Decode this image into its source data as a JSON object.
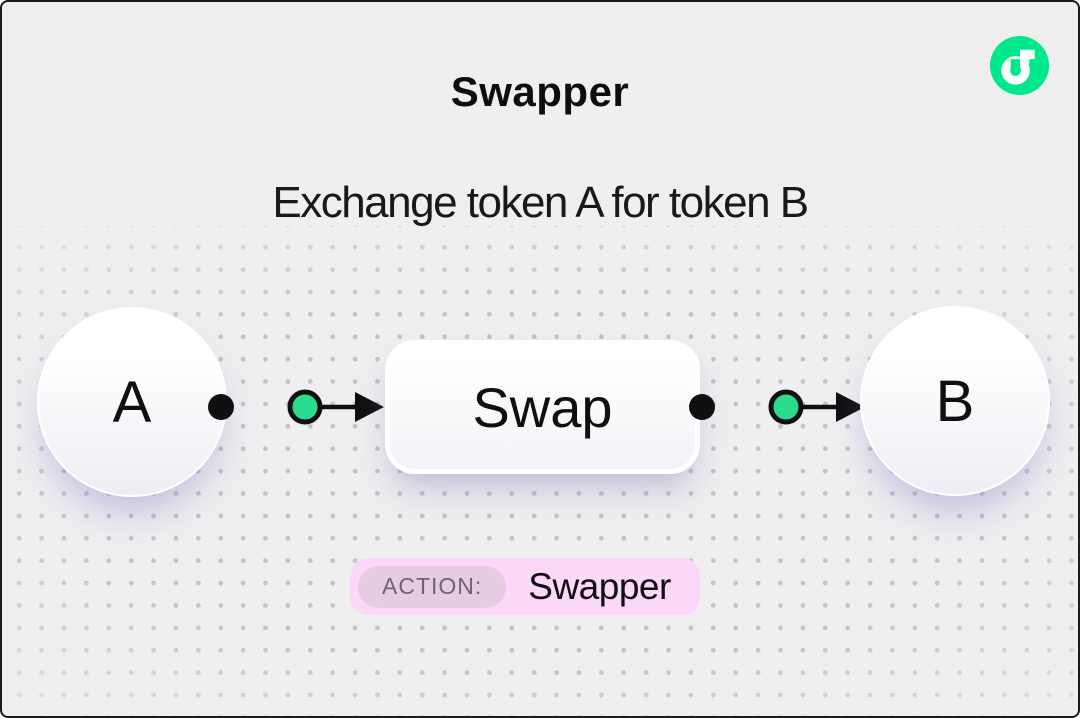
{
  "header": {
    "title": "Swapper",
    "subtitle": "Exchange token A for token B"
  },
  "diagram": {
    "node_a": {
      "label": "A"
    },
    "swap_node": {
      "label": "Swap"
    },
    "node_b": {
      "label": "B"
    }
  },
  "action_badge": {
    "label": "ACTION:",
    "value": "Swapper"
  },
  "icons": {
    "logo": "flow-logo"
  },
  "colors": {
    "background": "#efeff0",
    "frame_border": "#1b1b1e",
    "text": "#101013",
    "flow_green": "#00e88c",
    "connector_green": "#2bdc8c",
    "connector_black": "#101012",
    "badge_bg": "#fbd7f8",
    "badge_label_bg": "#e7cbe2",
    "badge_label_text": "#6e6475",
    "dot_color": "#c3c3ca"
  }
}
